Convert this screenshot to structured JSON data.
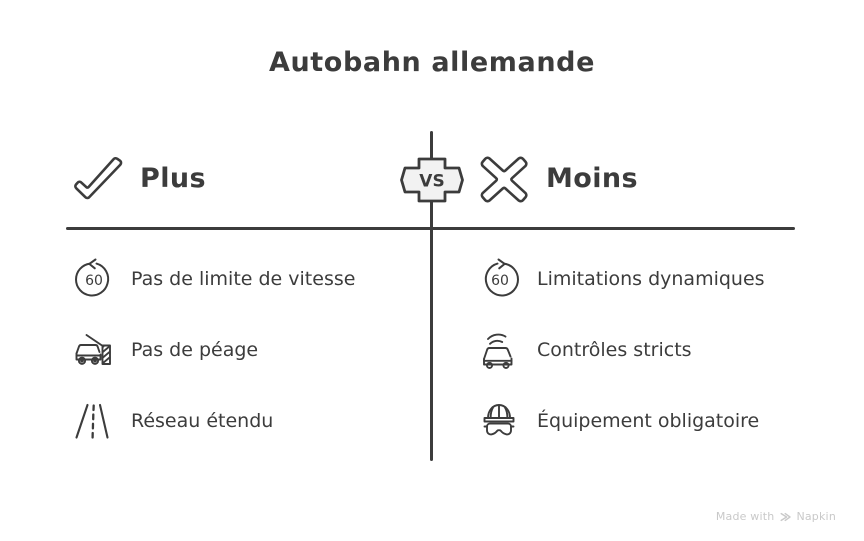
{
  "page": {
    "title": "Autobahn allemande",
    "background_color": "#ffffff",
    "ink_color": "#3c3c3c"
  },
  "comparison": {
    "separator_label": "VS",
    "columns": [
      {
        "side": "left",
        "label": "Plus",
        "icon": "check-icon",
        "items": [
          {
            "icon": "speed-limit-60-counterclockwise-icon",
            "icon_value": "60",
            "label": "Pas de limite de vitesse"
          },
          {
            "icon": "toll-barrier-car-icon",
            "label": "Pas de péage"
          },
          {
            "icon": "road-perspective-icon",
            "label": "Réseau étendu"
          }
        ]
      },
      {
        "side": "right",
        "label": "Moins",
        "icon": "cross-icon",
        "items": [
          {
            "icon": "speed-limit-60-clockwise-icon",
            "icon_value": "60",
            "label": "Limitations dynamiques"
          },
          {
            "icon": "police-car-radar-icon",
            "label": "Contrôles stricts"
          },
          {
            "icon": "hard-hat-goggles-icon",
            "label": "Équipement obligatoire"
          }
        ]
      }
    ]
  },
  "watermark": {
    "prefix": "Made with",
    "brand": "Napkin",
    "color": "#c9c9c9"
  }
}
